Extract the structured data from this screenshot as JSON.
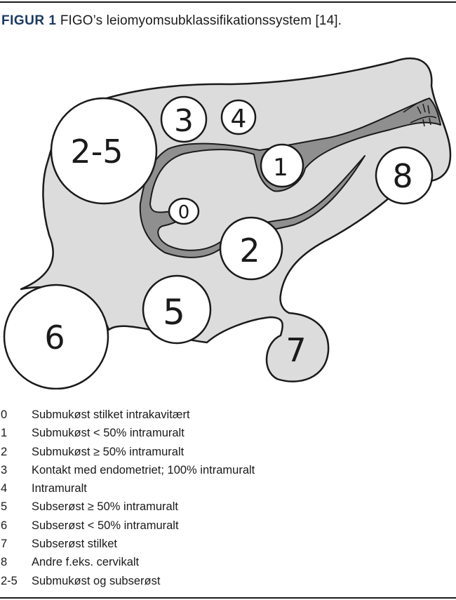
{
  "caption": {
    "label": "FIGUR 1",
    "text": "FIGO’s leiomyomsubklassifikationssystem [14]."
  },
  "figure": {
    "labels": {
      "m0": "0",
      "m1": "1",
      "m2": "2",
      "m3": "3",
      "m4": "4",
      "m5": "5",
      "m6": "6",
      "m7": "7",
      "m8": "8",
      "m25": "2-5"
    },
    "colors": {
      "uterus_fill": "#dcdcdc",
      "cavity_fill": "#8f8f8f",
      "outline": "#1a1a1a",
      "fibroid_fill": "#ffffff"
    }
  },
  "legend": [
    {
      "code": "0",
      "text": "Submukøst stilket intrakavitært"
    },
    {
      "code": "1",
      "text": "Submukøst < 50% intramuralt"
    },
    {
      "code": "2",
      "text": "Submukøst ≥ 50% intramuralt"
    },
    {
      "code": "3",
      "text": "Kontakt med endometriet; 100% intramuralt"
    },
    {
      "code": "4",
      "text": "Intramuralt"
    },
    {
      "code": "5",
      "text": "Subserøst ≥ 50% intramuralt"
    },
    {
      "code": "6",
      "text": "Subserøst < 50% intramuralt"
    },
    {
      "code": "7",
      "text": "Subserøst stilket"
    },
    {
      "code": "8",
      "text": "Andre f.eks. cervikalt"
    },
    {
      "code": "2-5",
      "text": "Submukøst og subserøst"
    }
  ]
}
